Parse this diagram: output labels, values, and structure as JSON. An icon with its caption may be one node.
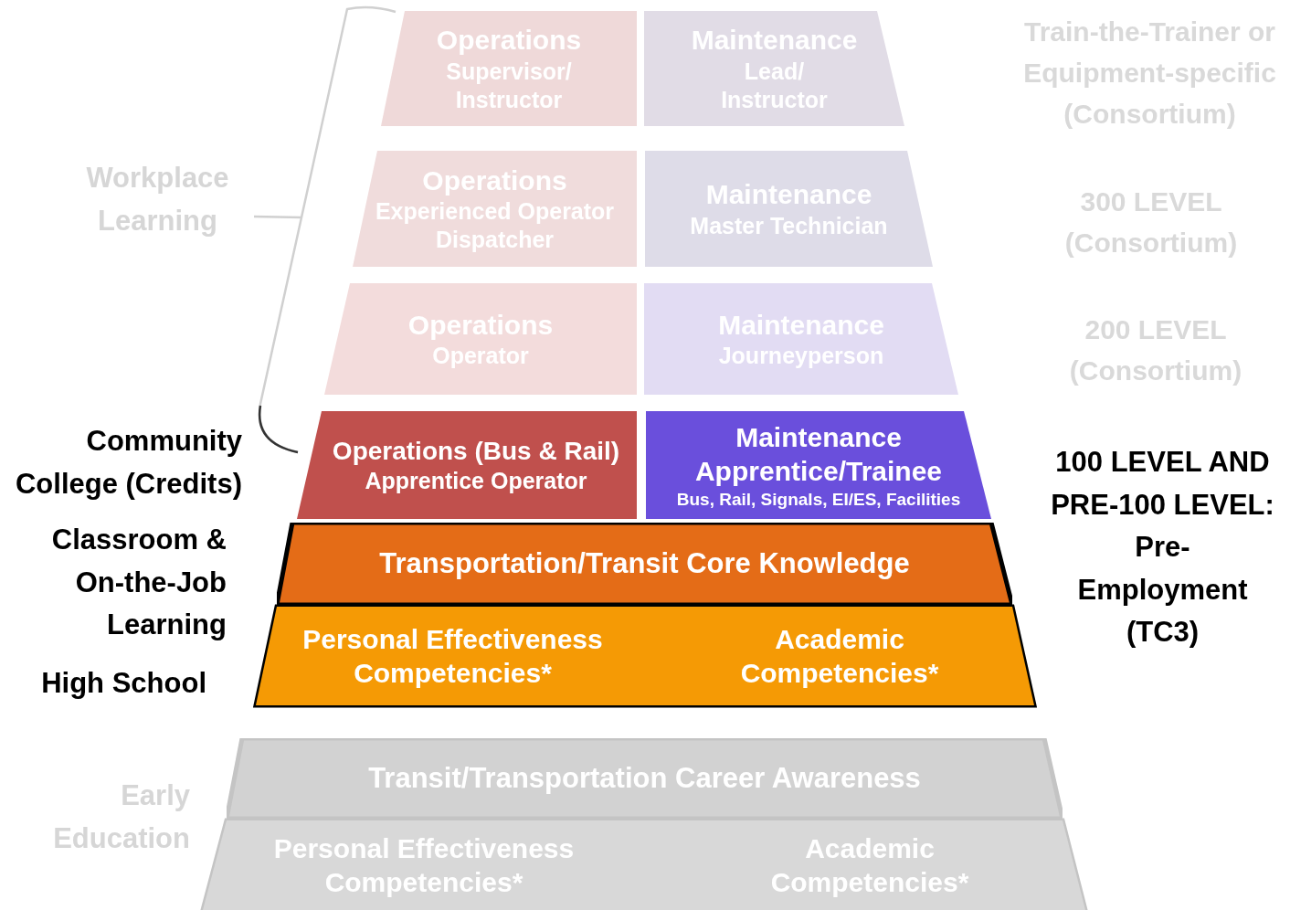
{
  "diagram": {
    "nodes": [
      {
        "text": [
          "Operations",
          "Supervisor/ Instructor"
        ]
      },
      {
        "text": [
          "Maintenance",
          "Lead/ Instructor"
        ]
      },
      {
        "text": [
          "Operations",
          "Experienced Operator Dispatcher"
        ]
      },
      {
        "text": [
          "Maintenance",
          "Master Technician"
        ]
      },
      {
        "text": [
          "Operations",
          "Operator"
        ]
      },
      {
        "text": [
          "Maintenance",
          "Journeyperson"
        ]
      },
      {
        "text": [
          "Operations (Bus & Rail)",
          "Apprentice Operator"
        ]
      },
      {
        "text": [
          "Maintenance Apprentice/Trainee",
          "Bus, Rail, Signals, EI/ES, Facilities"
        ]
      },
      {
        "text": [
          "Transportation/Transit Core Knowledge"
        ]
      },
      {
        "text": [
          "Personal Effectiveness Competencies*"
        ]
      },
      {
        "text": [
          "Academic Competencies*"
        ]
      },
      {
        "text": [
          "Transit/Transportation Career Awareness"
        ]
      },
      {
        "text": [
          "Personal Effectiveness Competencies*"
        ]
      },
      {
        "text": [
          "Academic Competencies*"
        ]
      }
    ],
    "labels": [
      "Workplace Learning",
      "Community College (Credits)",
      "Classroom & On-the-Job Learning",
      "High School",
      "Early Education",
      "Train-the-Trainer or Equipment-specific (Consortium)",
      "300 LEVEL (Consortium)",
      "200 LEVEL (Consortium)",
      "100 LEVEL AND PRE-100 LEVEL: Pre-Employment (TC3)"
    ]
  }
}
